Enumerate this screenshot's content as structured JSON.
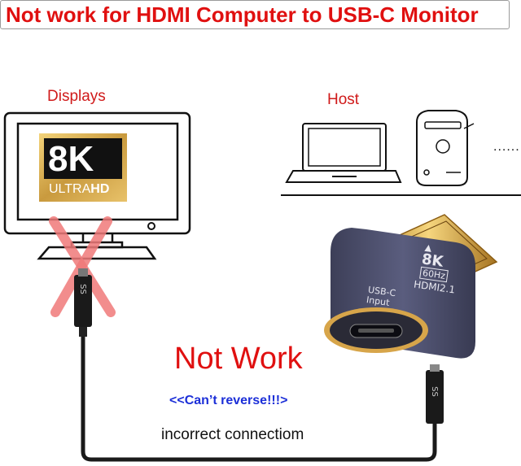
{
  "banner": {
    "text": "Not work for HDMI Computer to USB-C Monitor"
  },
  "labels": {
    "displays": "Displays",
    "host": "Host",
    "not_work": "Not Work",
    "cant_reverse": "<<Can’t reverse!!!>",
    "incorrect": "incorrect connectiom"
  },
  "badge": {
    "resolution": "8K",
    "ultra": "ULTRA",
    "hd": "HD"
  },
  "adapter": {
    "arrow": "▲",
    "resolution": "8K",
    "refresh": "60Hz",
    "standard": "HDMI2.1",
    "port_type": "USB-C",
    "port_role": "Input"
  },
  "cable_logo": "SS",
  "host_ellipsis": "......",
  "colors": {
    "warning_red": "#e01010",
    "label_red": "#d01a1a",
    "link_blue": "#1c2fd8",
    "badge_gold": "#c8a04c"
  }
}
